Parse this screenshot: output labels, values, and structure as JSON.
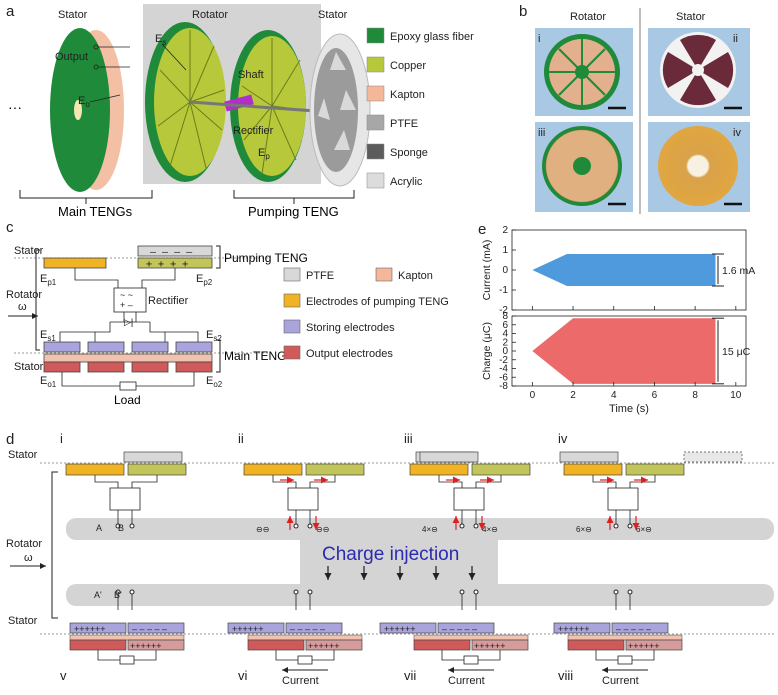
{
  "panel_letters": {
    "a": "a",
    "b": "b",
    "c": "c",
    "d": "d",
    "e": "e"
  },
  "panel_a": {
    "stator_left": "Stator",
    "rotator": "Rotator",
    "stator_right": "Stator",
    "output": "Output",
    "es": "E",
    "eo": "E",
    "es_sub": "s",
    "eo_sub": "o",
    "shaft": "Shaft",
    "rectifier": "Rectifier",
    "ep": "E",
    "ep_sub": "p",
    "ellipsis": "···",
    "main_tengs": "Main TENGs",
    "pumping_teng": "Pumping TENG",
    "legend": [
      {
        "label": "Epoxy glass fiber",
        "color": "#1f8a3a"
      },
      {
        "label": "Copper",
        "color": "#b7c93a"
      },
      {
        "label": "Kapton",
        "color": "#f4b79a"
      },
      {
        "label": "PTFE",
        "color": "#a7a7a7"
      },
      {
        "label": "Sponge",
        "color": "#5c5c5c"
      },
      {
        "label": "Acrylic",
        "color": "#dcdcdc"
      }
    ]
  },
  "panel_b": {
    "rotator": "Rotator",
    "stator": "Stator",
    "romans": [
      "i",
      "ii",
      "iii",
      "iv"
    ]
  },
  "panel_c": {
    "stator_top": "Stator",
    "pumping_teng": "Pumping TENG",
    "ep1": "E",
    "ep1_sub": "p1",
    "ep2": "E",
    "ep2_sub": "p2",
    "rotator": "Rotator",
    "omega": "ω",
    "rectifier": "Rectifier",
    "es1": "E",
    "es1_sub": "s1",
    "es2": "E",
    "es2_sub": "s2",
    "main_teng": "Main TENG",
    "stator_bottom": "Stator",
    "eo1": "E",
    "eo1_sub": "o1",
    "eo2": "E",
    "eo2_sub": "o2",
    "load": "Load",
    "legend": [
      {
        "label": "PTFE",
        "color": "#d8d8d8"
      },
      {
        "label": "Kapton",
        "color": "#f4b79a"
      },
      {
        "label": "Electrodes of pumping TENG",
        "color": "#f0b323"
      },
      {
        "label": "Storing electrodes",
        "color": "#a9a4dc"
      },
      {
        "label": "Output electrodes",
        "color": "#d05a5a"
      }
    ]
  },
  "panel_d": {
    "stator_top": "Stator",
    "rotator": "Rotator",
    "omega": "ω",
    "stator_bottom": "Stator",
    "charge_injection": "Charge injection",
    "romans_top": [
      "i",
      "ii",
      "iii",
      "iv"
    ],
    "romans_bottom": [
      "v",
      "vi",
      "vii",
      "viii"
    ],
    "point_a": "A",
    "point_b": "B",
    "point_a2": "A'",
    "point_b2": "B'",
    "charges": [
      "⊖⊖",
      "⊖⊖",
      "4×⊖",
      "4×⊖",
      "6×⊖",
      "6×⊖"
    ],
    "current": "Current"
  },
  "chart_data": [
    {
      "type": "area",
      "title": "",
      "xlabel": "",
      "ylabel": "Current (mA)",
      "xlim": [
        -1,
        10.5
      ],
      "ylim": [
        -2,
        2
      ],
      "xticks": [
        0,
        2,
        4,
        6,
        8,
        10
      ],
      "yticks": [
        -2,
        -1,
        0,
        1,
        2
      ],
      "series": [
        {
          "values_envelope": [
            [
              0,
              0
            ],
            [
              1.7,
              0.8
            ],
            [
              9,
              0.8
            ]
          ],
          "color": "#3b8fd9"
        }
      ],
      "annotation": "1.6 mA"
    },
    {
      "type": "area",
      "title": "",
      "xlabel": "Time (s)",
      "ylabel": "Charge (μC)",
      "xlim": [
        -1,
        10.5
      ],
      "ylim": [
        -8,
        8
      ],
      "xticks": [
        0,
        2,
        4,
        6,
        8,
        10
      ],
      "yticks": [
        -8,
        -6,
        -4,
        -2,
        0,
        2,
        4,
        6,
        8
      ],
      "series": [
        {
          "values_envelope": [
            [
              0,
              0
            ],
            [
              2.0,
              7.5
            ],
            [
              9,
              7.5
            ]
          ],
          "color": "#ea5a5a"
        }
      ],
      "annotation": "15 μC"
    }
  ]
}
